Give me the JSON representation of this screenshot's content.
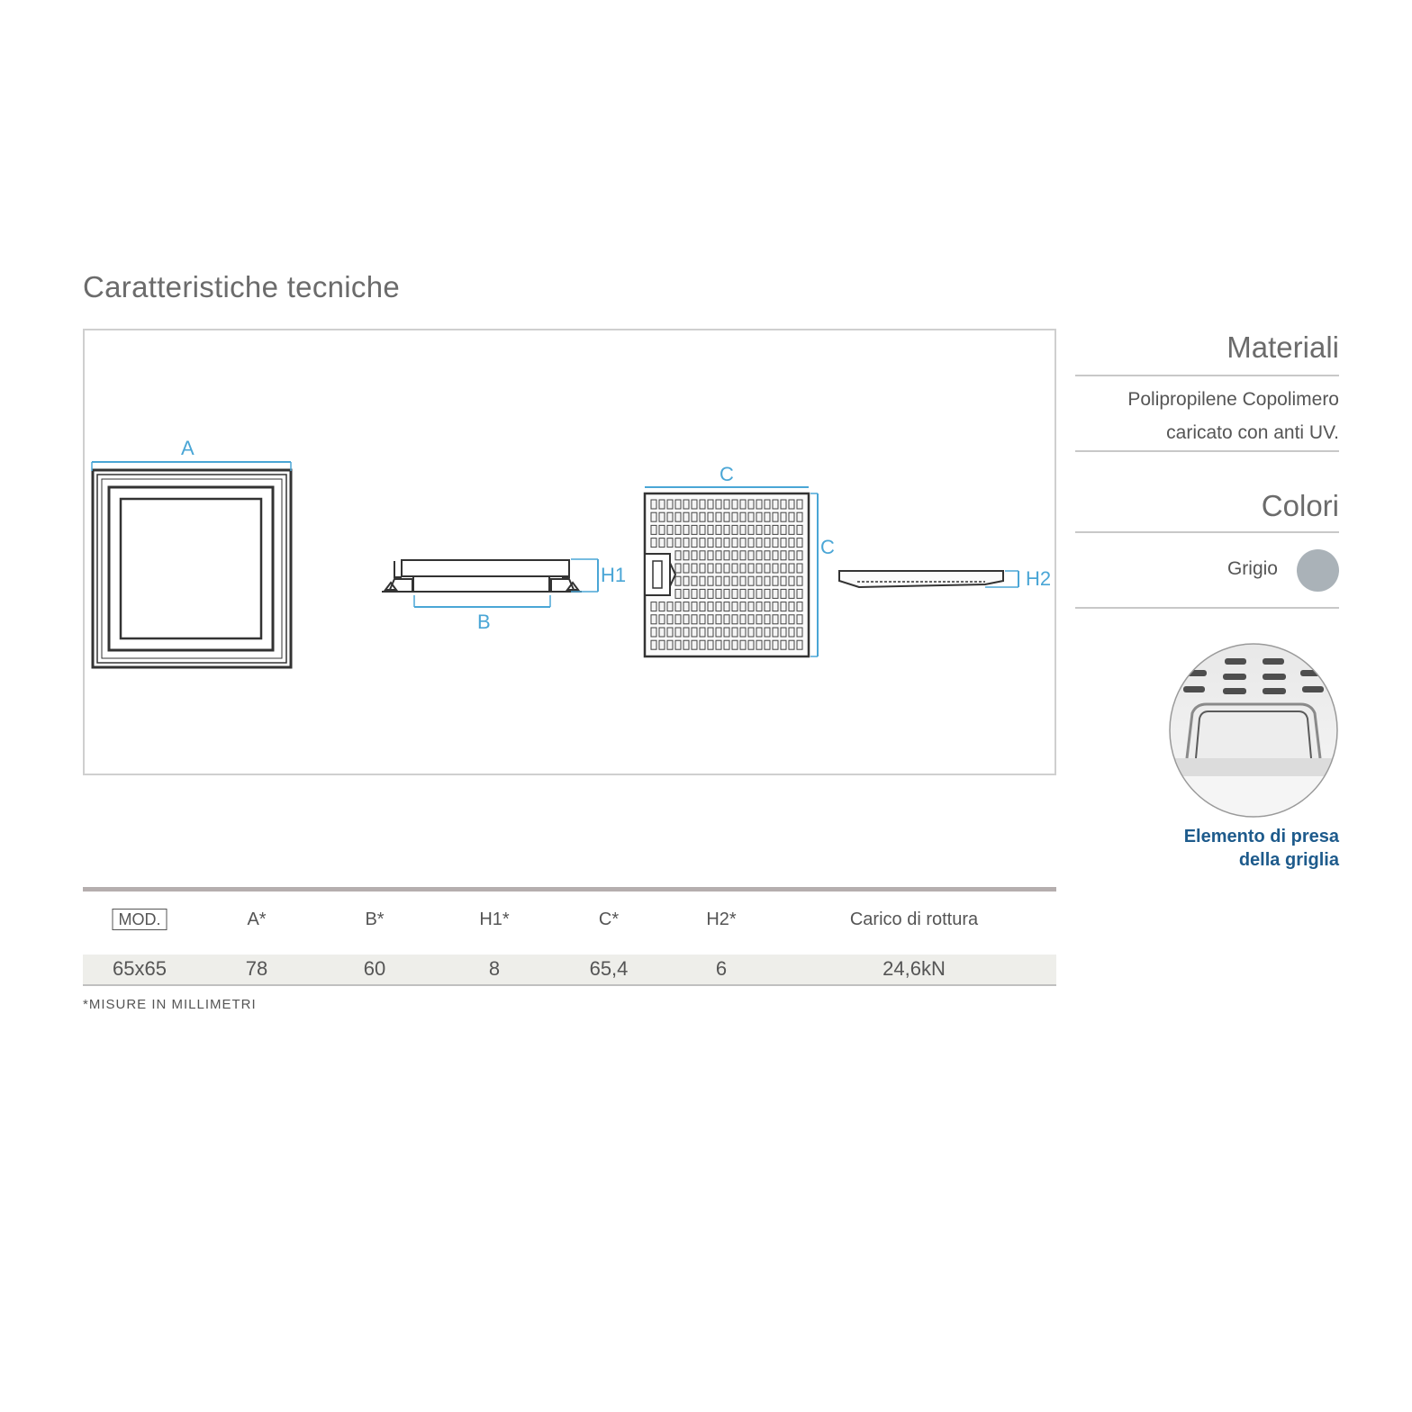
{
  "header": {
    "title": "Caratteristiche tecniche"
  },
  "drawing": {
    "labels": {
      "a": "A",
      "b": "B",
      "h1": "H1",
      "c_top": "C",
      "c_side": "C",
      "h2": "H2"
    }
  },
  "materials": {
    "heading": "Materiali",
    "line1": "Polipropilene Copolimero",
    "line2": "caricato con anti UV."
  },
  "colors": {
    "heading": "Colori",
    "items": [
      {
        "name": "Grigio",
        "hex": "#aab2b8"
      }
    ]
  },
  "detail": {
    "caption_line1": "Elemento di presa",
    "caption_line2": "della griglia"
  },
  "table": {
    "headers": [
      "MOD.",
      "A*",
      "B*",
      "H1*",
      "C*",
      "H2*",
      "Carico di rottura"
    ],
    "rows": [
      [
        "65x65",
        "78",
        "60",
        "8",
        "65,4",
        "6",
        "24,6kN"
      ]
    ],
    "footnote": "*MISURE IN MILLIMETRI"
  }
}
